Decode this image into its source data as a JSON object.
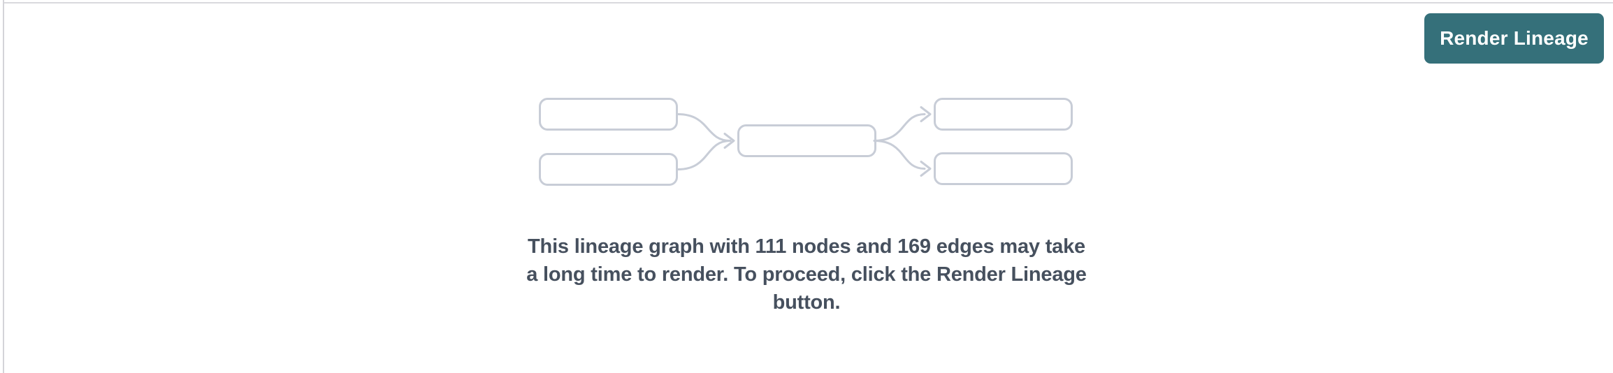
{
  "colors": {
    "panel_top_border": "#d9d9dd",
    "pane_divider": "#d4d4d8",
    "node_stroke": "#c8cdd7",
    "node_fill": "#ffffff",
    "message_text": "#46505e",
    "button_background": "#35707a",
    "button_text": "#ffffff"
  },
  "toolbar": {
    "render_button_label": "Render Lineage"
  },
  "empty_state": {
    "illustration": "lineage-graph-placeholder",
    "node_count": 111,
    "edge_count": 169,
    "message_full": "This lineage graph with 111 nodes and 169 edges may take a long time to render. To proceed, click the Render Lineage button.",
    "message_lines": [
      "This lineage graph with 111 nodes and 169 edges may take",
      "a long time to render. To proceed, click the Render Lineage",
      "button."
    ]
  }
}
